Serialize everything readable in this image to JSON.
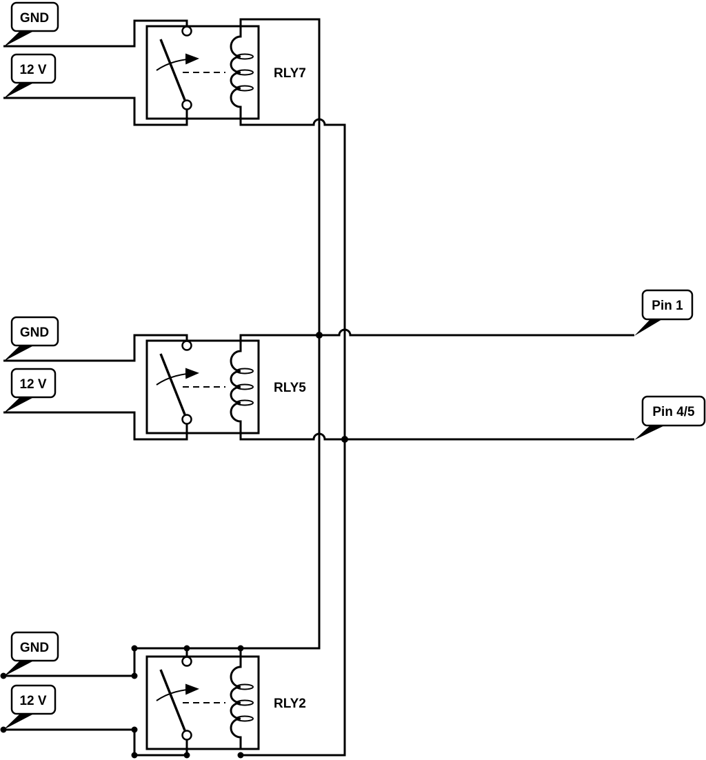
{
  "relays": [
    {
      "name": "RLY7",
      "gnd_label": "GND",
      "v12_label": "12 V"
    },
    {
      "name": "RLY5",
      "gnd_label": "GND",
      "v12_label": "12 V"
    },
    {
      "name": "RLY2",
      "gnd_label": "GND",
      "v12_label": "12 V"
    }
  ],
  "outputs": {
    "pin1": "Pin 1",
    "pin45": "Pin 4/5"
  },
  "colors": {
    "line": "#000000",
    "background": "#ffffff"
  }
}
